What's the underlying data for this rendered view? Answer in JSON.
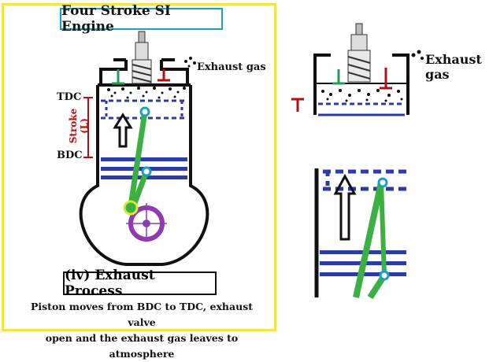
{
  "title": "Four Stroke SI Engine",
  "labels": {
    "tdc": "TDC",
    "bdc": "BDC",
    "stroke": "Stroke",
    "stroke_symbol": "(L)",
    "exhaust_gas": "Exhaust gas",
    "exhaust_gas_zoom": "Exhaust gas"
  },
  "caption": "(iv) Exhaust Process",
  "description_line1": "Piston moves from BDC to TDC, exhaust valve",
  "description_line2": "open and the exhaust gas leaves to atmosphere",
  "colors": {
    "panel_border": "#f4e542",
    "title_border": "#1aa0b8",
    "piston": "#2b3ba8",
    "connecting_rod": "#3cb043",
    "crank": "#8e3bb0",
    "stroke_marker": "#b01010",
    "valve_inlet": "#2a9a5a",
    "valve_exhaust": "#b01010"
  }
}
